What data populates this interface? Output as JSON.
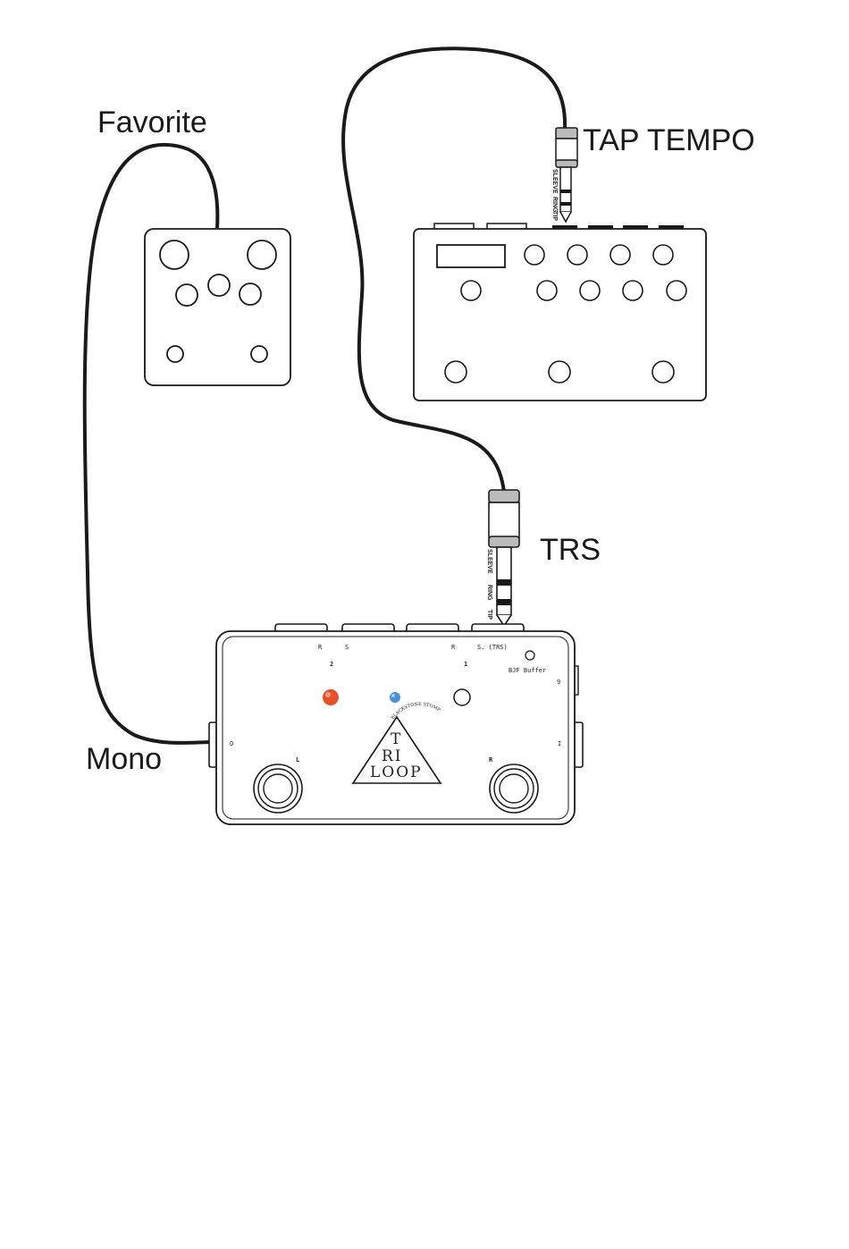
{
  "labels": {
    "favorite": "Favorite",
    "tap_tempo": "TAP TEMPO",
    "trs": "TRS",
    "mono": "Mono"
  },
  "pedal_labels": {
    "r_left": "R",
    "s_left": "S",
    "r_right": "R",
    "s_trs": "S. (TRS)",
    "loop2": "2",
    "loop1": "1",
    "bjf_buffer": "BJF Buffer",
    "nine_v": "9",
    "out_o": "O",
    "in_i": "I",
    "footswitch_l": "L",
    "footswitch_r": "R"
  },
  "logo": {
    "line1": "T",
    "line2": "RI",
    "line3": "LOOP",
    "arc_text": "BLACKSTONE STOMP"
  },
  "plug": {
    "sleeve": "SLEEVE",
    "ring": "RING",
    "tip": "TIP"
  },
  "colors": {
    "line": "#1a1a1a",
    "led_red": "#e8502a",
    "led_blue": "#4a90d9",
    "plug_grey": "#bbbbbb"
  }
}
